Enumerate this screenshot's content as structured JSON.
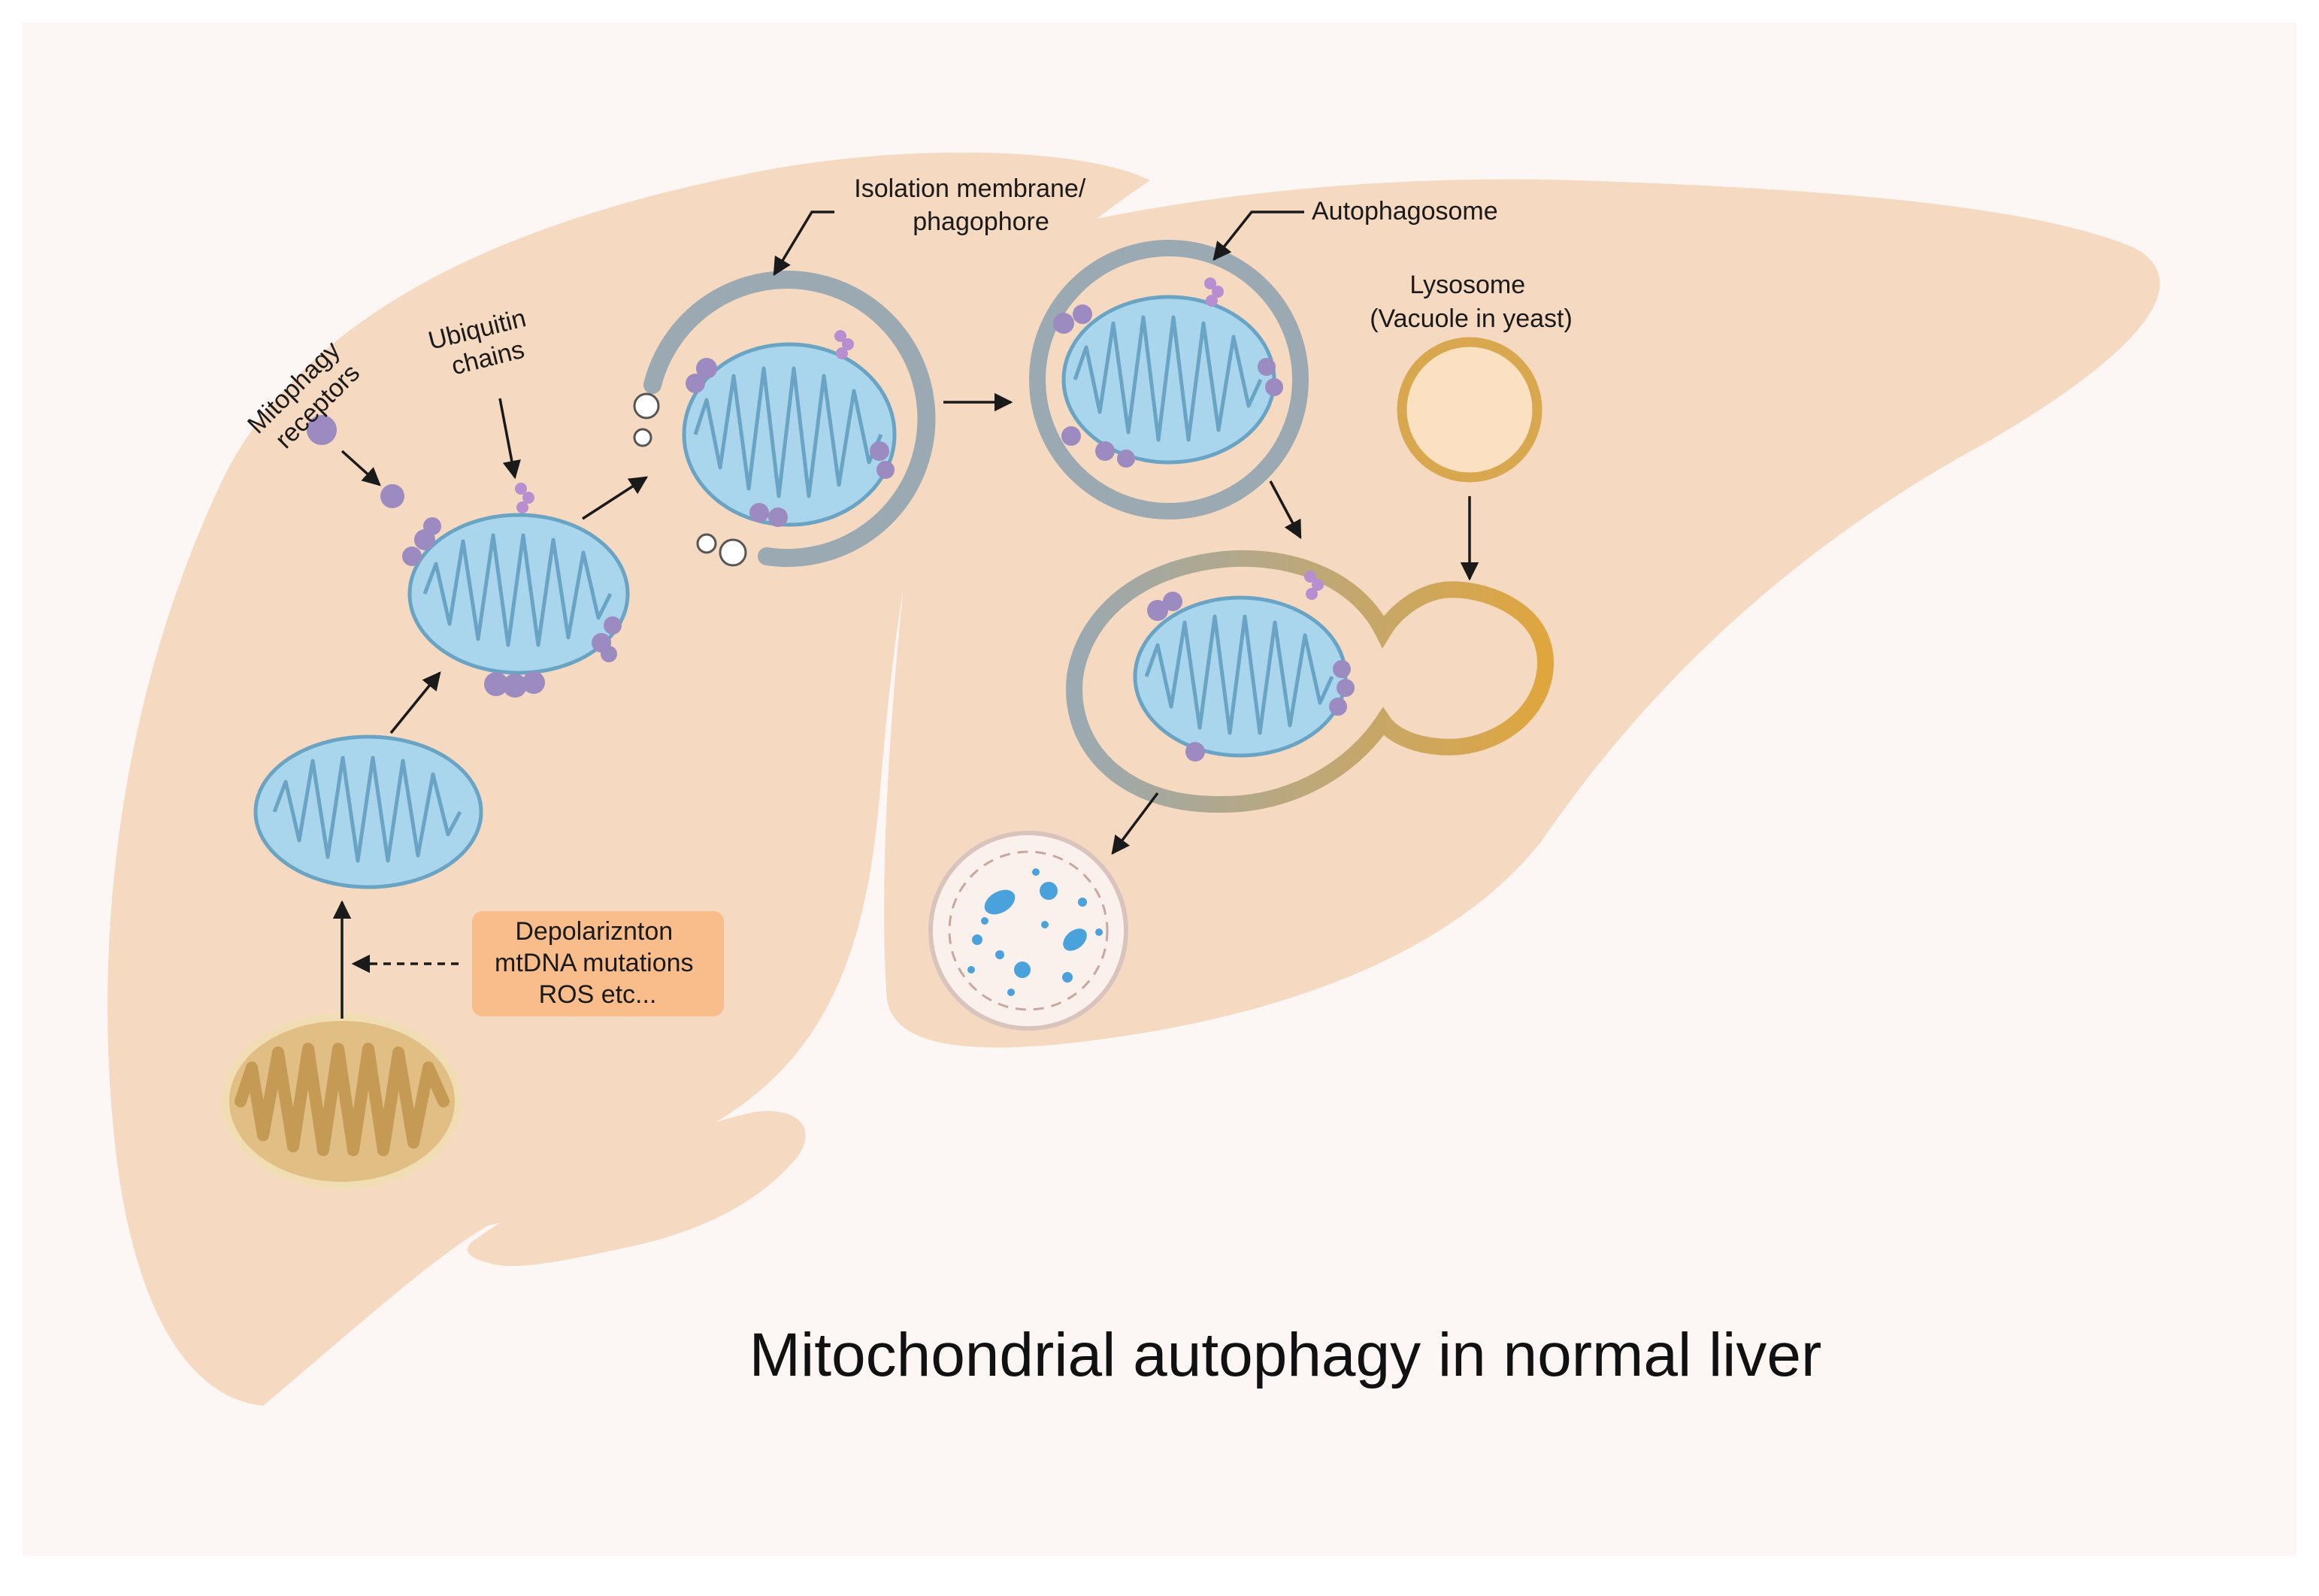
{
  "title": "Mitochondrial autophagy in normal liver",
  "labels": {
    "mitophagy_receptors": [
      "Mitophagy",
      "receptors"
    ],
    "ubiquitin_chains": [
      "Ubiquitin",
      "chains"
    ],
    "isolation_membrane": [
      "Isolation membrane/",
      "phagophore"
    ],
    "autophagosome": "Autophagosome",
    "lysosome": [
      "Lysosome",
      "(Vacuole in yeast)"
    ],
    "triggers": [
      "Depolariznton",
      "mtDNA mutations",
      "ROS etc..."
    ]
  },
  "colors": {
    "background": "#fcf7f4",
    "liver": "#f5d9c1",
    "mito_healthy_fill": "#e0be84",
    "mito_healthy_outline": "#c49a55",
    "mito_damaged_fill": "#a9d6ec",
    "mito_damaged_outline": "#6aa4c4",
    "receptor": "#9b8bc0",
    "ubiquitin": "#b78fd0",
    "membrane": "#9aa9b2",
    "lysosome_fill": "#fbe1c2",
    "lysosome_ring": "#d9a74e",
    "trigger_box": "#f8bd8a"
  }
}
